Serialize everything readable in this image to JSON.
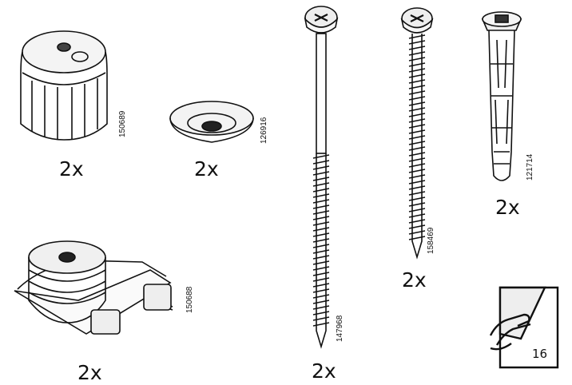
{
  "parts": [
    {
      "id": "knob-cap",
      "code": "150689",
      "qty": "2x"
    },
    {
      "id": "washer",
      "code": "126916",
      "qty": "2x"
    },
    {
      "id": "long-screw",
      "code": "147968",
      "qty": "2x"
    },
    {
      "id": "short-screw",
      "code": "158469",
      "qty": "2x"
    },
    {
      "id": "wall-plug",
      "code": "121714",
      "qty": "2x"
    },
    {
      "id": "adjustable-foot",
      "code": "150688",
      "qty": "2x"
    }
  ],
  "page_turn": {
    "page": "16",
    "icon": "page-turn-hand-icon"
  }
}
